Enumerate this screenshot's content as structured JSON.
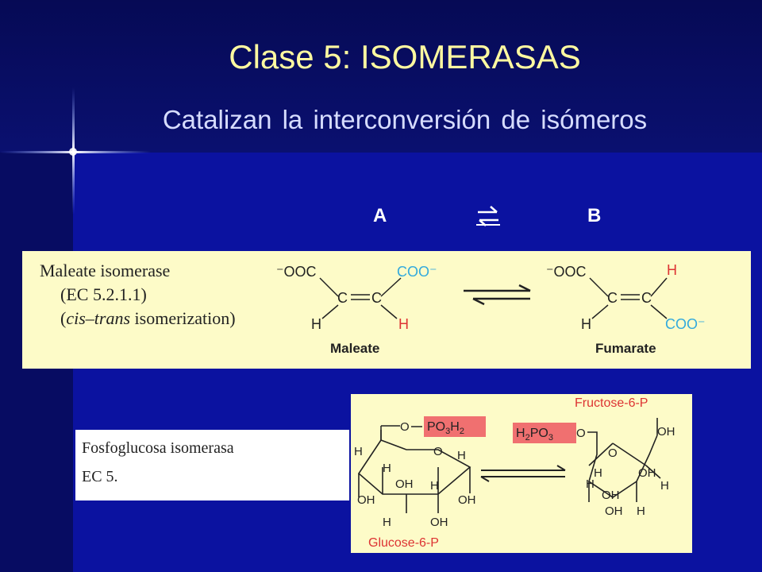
{
  "slide": {
    "title": "Clase 5: ISOMERASAS",
    "subtitle": "Catalizan la interconversión de isómeros",
    "label_a": "A",
    "label_b": "B"
  },
  "maleate_panel": {
    "enzyme_line1": "Maleate isomerase",
    "enzyme_line2": "(EC 5.2.1.1)",
    "enzyme_line3_cis": "cis",
    "enzyme_line3_trans": "trans",
    "enzyme_line3_open": "(",
    "enzyme_line3_dash": "–",
    "enzyme_line3_rest": " isomerization)",
    "maleate": {
      "left_group": "⁻OOC",
      "right_group": "COO⁻",
      "h_left": "H",
      "h_right": "H",
      "c1": "C",
      "c2": "C",
      "name": "Maleate"
    },
    "fumarate": {
      "left_group": "⁻OOC",
      "right_group": "H",
      "h_left": "H",
      "coo": "COO⁻",
      "c1": "C",
      "c2": "C",
      "name": "Fumarate"
    },
    "colors": {
      "accent": "#33aadd",
      "red": "#dd3333"
    }
  },
  "glucose_panel": {
    "fructose_label": "Fructose-6-P",
    "glucose_label": "Glucose-6-P",
    "po3h2": "-O-PO3H2",
    "po3h2_main": "PO",
    "po3h2_sub1": "3",
    "po3h2_h": "H",
    "po3h2_sub2": "2",
    "h2po3_h": "H",
    "h2po3_sub1": "2",
    "h2po3_po": "PO",
    "h2po3_sub2": "3",
    "o_label": "O",
    "oh": "OH",
    "h": "H",
    "highlight": "#f07070"
  },
  "label_box": {
    "line1": "Fosfoglucosa isomerasa",
    "line2": "EC 5."
  }
}
